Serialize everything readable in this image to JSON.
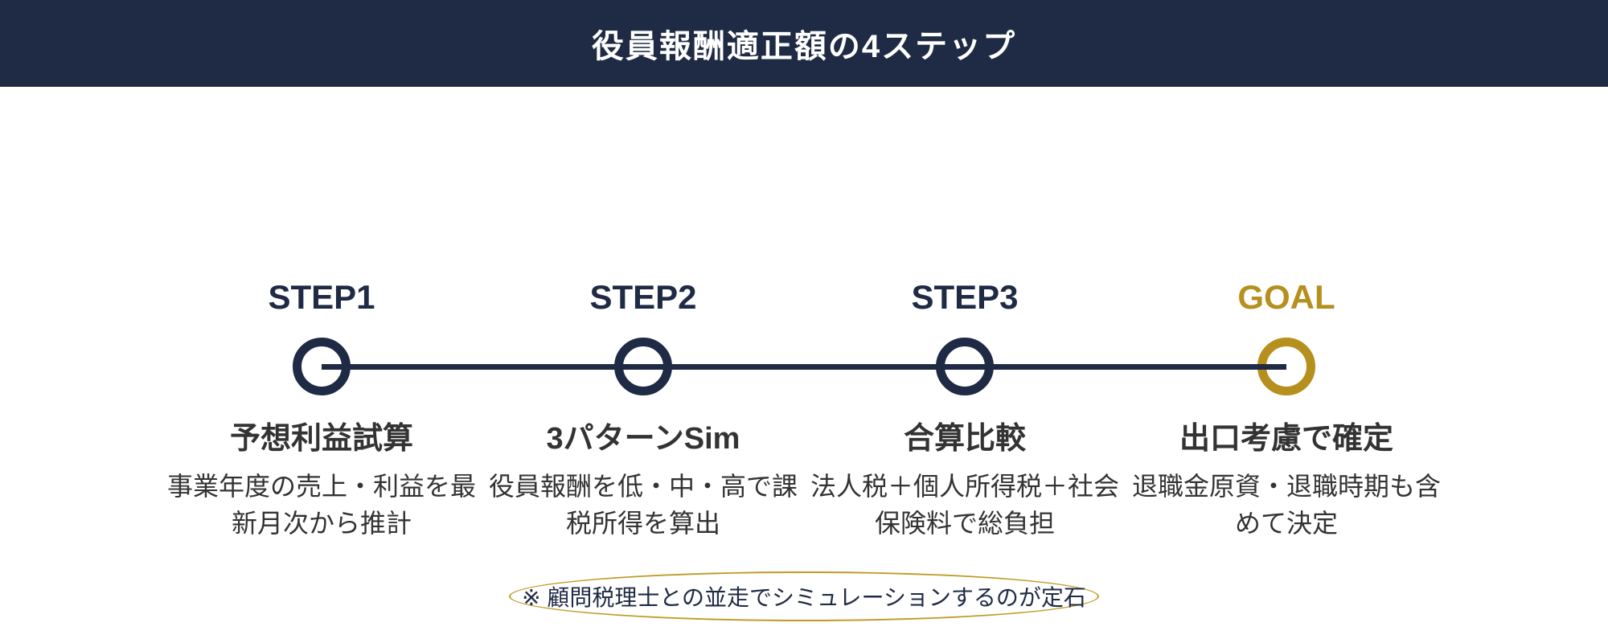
{
  "colors": {
    "navy": "#1F2A44",
    "gold": "#B6901E",
    "body_text": "#333333",
    "background": "#FFFFFF"
  },
  "header": {
    "title": "役員報酬適正額の4ステップ"
  },
  "timeline": {
    "steps": [
      {
        "label": "STEP1",
        "title": "予想利益試算",
        "desc_line1": "事業年度の売上・利益を最",
        "desc_line2": "新月次から推計",
        "accent": "navy"
      },
      {
        "label": "STEP2",
        "title": "3パターンSim",
        "desc_line1": "役員報酬を低・中・高で課",
        "desc_line2": "税所得を算出",
        "accent": "navy"
      },
      {
        "label": "STEP3",
        "title": "合算比較",
        "desc_line1": "法人税＋個人所得税＋社会",
        "desc_line2": "保険料で総負担",
        "accent": "navy"
      },
      {
        "label": "GOAL",
        "title": "出口考慮で確定",
        "desc_line1": "退職金原資・退職時期も含",
        "desc_line2": "めて決定",
        "accent": "gold"
      }
    ]
  },
  "footnote": {
    "text": "※ 顧問税理士との並走でシミュレーションするのが定石"
  }
}
